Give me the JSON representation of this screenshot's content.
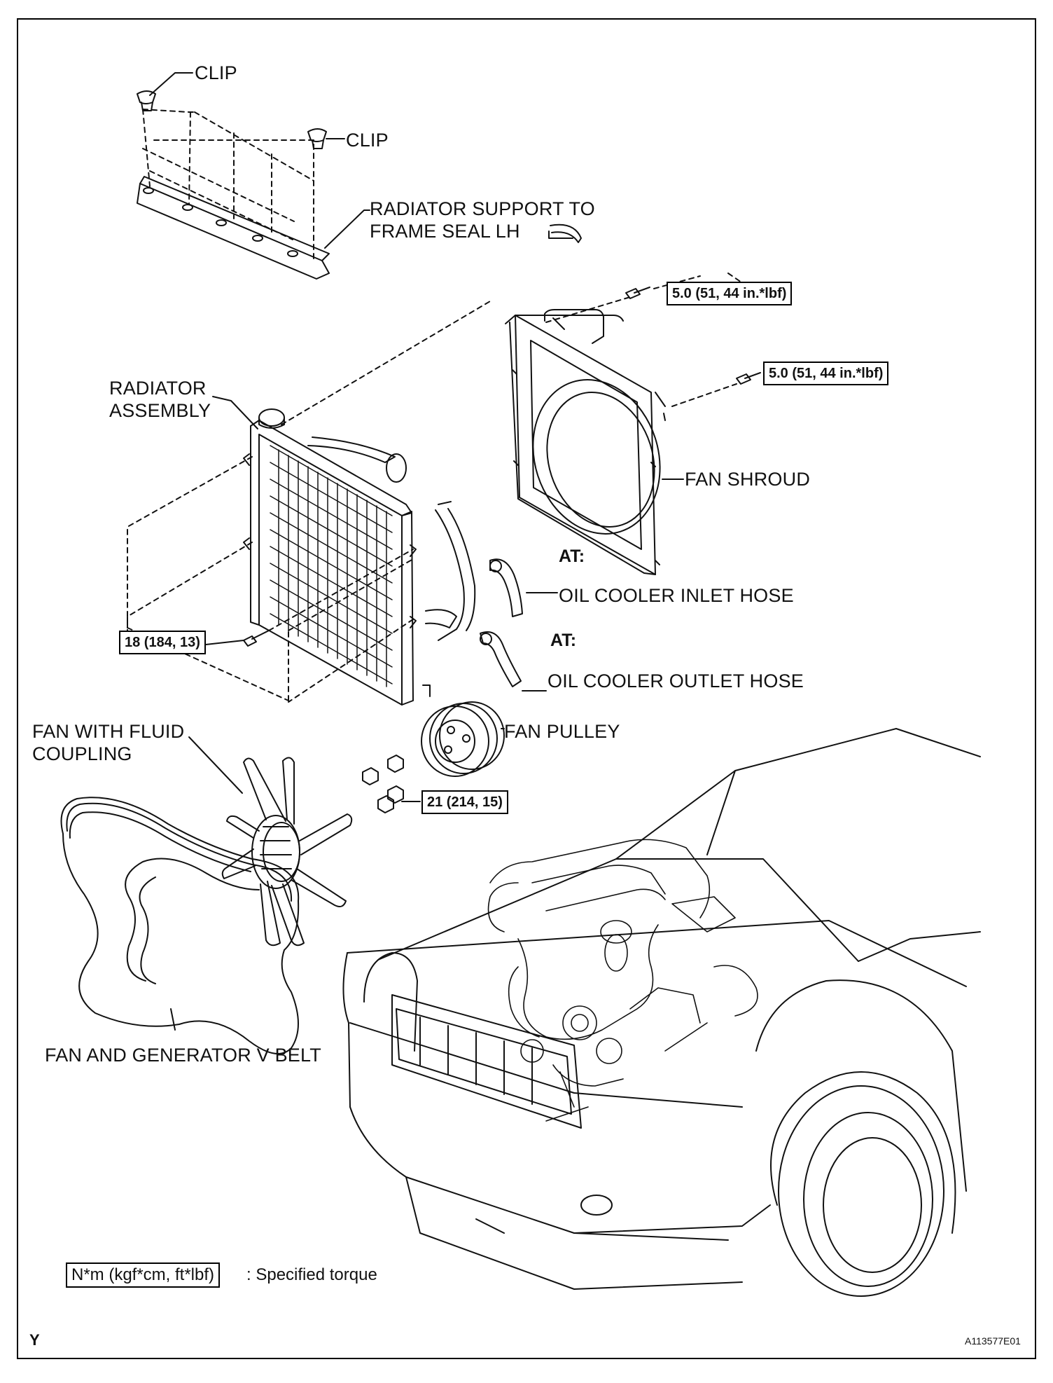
{
  "labels": {
    "clip_top": "CLIP",
    "clip_mid": "CLIP",
    "frame_seal_line1": "RADIATOR SUPPORT TO",
    "frame_seal_line2": "FRAME SEAL LH",
    "radiator_line1": "RADIATOR",
    "radiator_line2": "ASSEMBLY",
    "fan_shroud": "FAN SHROUD",
    "at_inlet": "AT:",
    "oil_inlet": "OIL COOLER INLET HOSE",
    "at_outlet": "AT:",
    "oil_outlet": "OIL COOLER OUTLET HOSE",
    "fan_coupling_line1": "FAN WITH FLUID",
    "fan_coupling_line2": "COUPLING",
    "fan_pulley": "FAN PULLEY",
    "v_belt": "FAN AND GENERATOR V BELT"
  },
  "torques": {
    "shroud_upper": "5.0 (51, 44 in.*lbf)",
    "shroud_right": "5.0 (51, 44 in.*lbf)",
    "radiator_bolt": "18 (184, 13)",
    "fan_nuts": "21 (214, 15)"
  },
  "legend": {
    "box": "N*m (kgf*cm, ft*lbf)",
    "text": ": Specified torque"
  },
  "corner": {
    "left": "Y",
    "right": "A113577E01"
  }
}
